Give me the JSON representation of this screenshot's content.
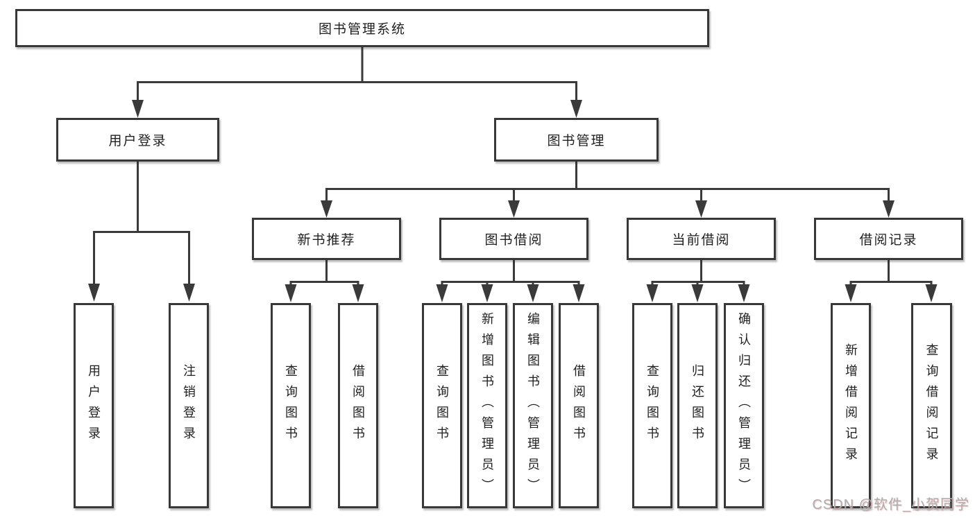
{
  "diagram": {
    "root": {
      "label": "图书管理系统"
    },
    "login_branch": {
      "label": "用户登录",
      "children": [
        {
          "label": "用户登录"
        },
        {
          "label": "注销登录"
        }
      ]
    },
    "mgmt_branch": {
      "label": "图书管理",
      "sections": [
        {
          "label": "新书推荐",
          "children": [
            {
              "label": "查询图书"
            },
            {
              "label": "借阅图书"
            }
          ]
        },
        {
          "label": "图书借阅",
          "children": [
            {
              "label": "查询图书"
            },
            {
              "label": "新增图书（管理员）"
            },
            {
              "label": "编辑图书（管理员）"
            },
            {
              "label": "借阅图书"
            }
          ]
        },
        {
          "label": "当前借阅",
          "children": [
            {
              "label": "查询图书"
            },
            {
              "label": "归还图书"
            },
            {
              "label": "确认归还（管理员）"
            }
          ]
        },
        {
          "label": "借阅记录",
          "children": [
            {
              "label": "新增借阅记录"
            },
            {
              "label": "查询借阅记录"
            }
          ]
        }
      ]
    },
    "colors": {
      "line": "#3a3a3a",
      "box_border": "#383838",
      "box_background": "#ffffff",
      "text": "#1f1f1f",
      "watermark": "#aeaeae"
    }
  },
  "watermark": {
    "text": "CSDN @软件_小贺同学"
  }
}
